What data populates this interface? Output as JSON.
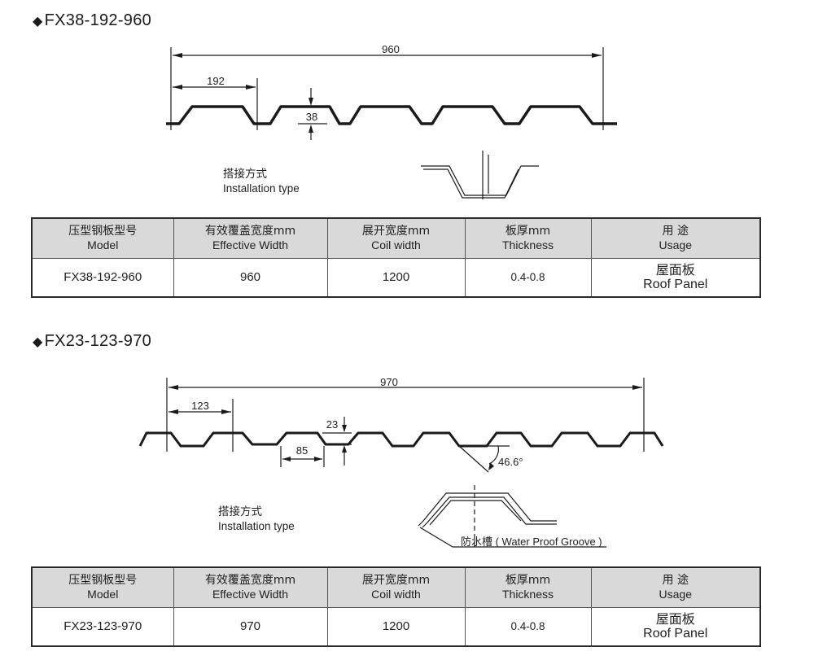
{
  "sections": [
    {
      "title": "FX38-192-960",
      "dims": {
        "width": "960",
        "pitch": "192",
        "height": "38"
      },
      "install_zh": "搭接方式",
      "install_en": "Installation type",
      "headers": [
        {
          "zh": "压型钢板型号",
          "en": "Model"
        },
        {
          "zh": "有效覆盖宽度mm",
          "en": "Effective Width"
        },
        {
          "zh": "展开宽度mm",
          "en": "Coil width"
        },
        {
          "zh": "板厚mm",
          "en": "Thickness"
        },
        {
          "zh": "用  途",
          "en": "Usage"
        }
      ],
      "row": {
        "model": "FX38-192-960",
        "effective_width": "960",
        "coil_width": "1200",
        "thickness": "0.4-0.8",
        "usage_zh": "屋面板",
        "usage_en": "Roof Panel"
      }
    },
    {
      "title": "FX23-123-970",
      "dims": {
        "width": "970",
        "pitch": "123",
        "height": "23",
        "bottom": "85",
        "angle": "46.6°"
      },
      "install_zh": "搭接方式",
      "install_en": "Installation type",
      "groove_label": "防水槽 ( Water Proof Groove )",
      "headers": [
        {
          "zh": "压型钢板型号",
          "en": "Model"
        },
        {
          "zh": "有效覆盖宽度mm",
          "en": "Effective Width"
        },
        {
          "zh": "展开宽度mm",
          "en": "Coil width"
        },
        {
          "zh": "板厚mm",
          "en": "Thickness"
        },
        {
          "zh": "用  途",
          "en": "Usage"
        }
      ],
      "row": {
        "model": "FX23-123-970",
        "effective_width": "970",
        "coil_width": "1200",
        "thickness": "0.4-0.8",
        "usage_zh": "屋面板",
        "usage_en": "Roof Panel"
      }
    }
  ],
  "icons": {
    "bullet": "diamond-icon"
  },
  "colors": {
    "header_bg": "#d9d9d9",
    "line": "#1a1a1a"
  }
}
